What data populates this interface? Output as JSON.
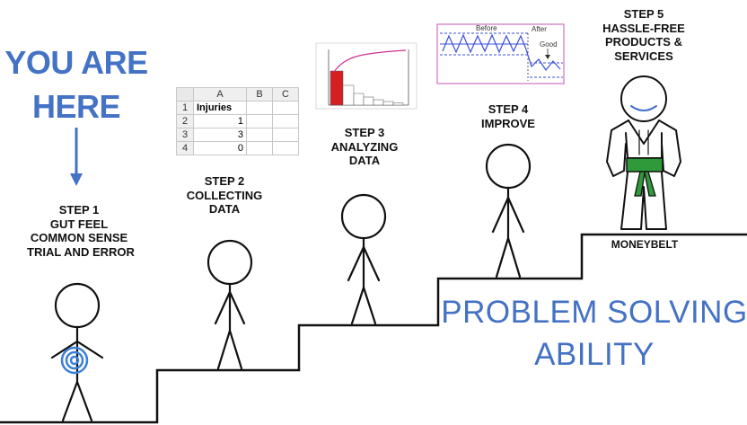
{
  "you_are_here": {
    "line1": "YOU ARE",
    "line2": "HERE"
  },
  "steps": [
    {
      "lines": [
        "STEP 1",
        "GUT FEEL",
        "COMMON SENSE",
        "TRIAL AND ERROR"
      ]
    },
    {
      "lines": [
        "STEP 2",
        "COLLECTING",
        "DATA"
      ]
    },
    {
      "lines": [
        "STEP 3",
        "ANALYZING",
        "DATA"
      ]
    },
    {
      "lines": [
        "STEP 4",
        "IMPROVE"
      ]
    },
    {
      "lines": [
        "STEP 5",
        "HASSLE-FREE",
        "PRODUCTS &",
        "SERVICES"
      ]
    }
  ],
  "belt_label": "MONEYBELT",
  "ability": {
    "line1": "PROBLEM SOLVING",
    "line2": "ABILITY"
  },
  "spreadsheet": {
    "columns": [
      "A",
      "B",
      "C"
    ],
    "rows": [
      {
        "num": "1",
        "a": "Injuries"
      },
      {
        "num": "2",
        "a": "1"
      },
      {
        "num": "3",
        "a": "3"
      },
      {
        "num": "4",
        "a": "0"
      }
    ]
  },
  "control_chart": {
    "before": "Before",
    "after": "After",
    "good": "Good"
  },
  "colors": {
    "accent_blue": "#4472c4",
    "belt_green": "#2e9a3a",
    "pareto_red": "#d42020",
    "pareto_curve": "#cc3399",
    "chart_border": "#d070c0",
    "chart_line": "#3b4fd8"
  }
}
